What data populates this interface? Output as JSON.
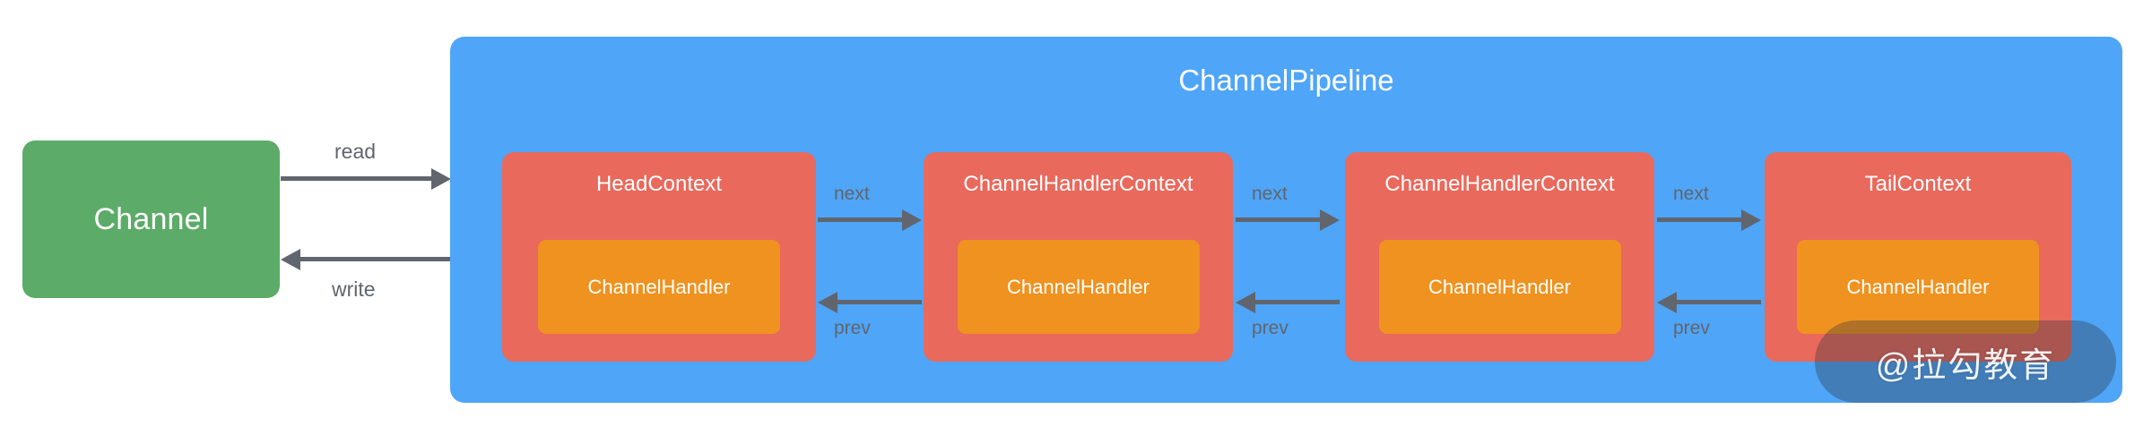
{
  "diagram": {
    "title": "Netty ChannelPipeline structure",
    "colors": {
      "channel": "#5CAB68",
      "pipeline": "#4FA5F7",
      "context": "#E9695C",
      "handler": "#F0921F",
      "arrow": "#60656E",
      "text_on_fill": "#FFFFFF",
      "background": "#FFFFFF"
    },
    "channel": {
      "label": "Channel"
    },
    "io_arrows": [
      {
        "label": "read",
        "direction": "right"
      },
      {
        "label": "write",
        "direction": "left"
      }
    ],
    "pipeline": {
      "title": "ChannelPipeline",
      "contexts": [
        {
          "title": "HeadContext",
          "handler": "ChannelHandler"
        },
        {
          "title": "ChannelHandlerContext",
          "handler": "ChannelHandler"
        },
        {
          "title": "ChannelHandlerContext",
          "handler": "ChannelHandler"
        },
        {
          "title": "TailContext",
          "handler": "ChannelHandler"
        }
      ],
      "links": [
        {
          "next": "next",
          "prev": "prev"
        },
        {
          "next": "next",
          "prev": "prev"
        },
        {
          "next": "next",
          "prev": "prev"
        }
      ]
    },
    "watermark": {
      "text": "@拉勾教育"
    }
  }
}
